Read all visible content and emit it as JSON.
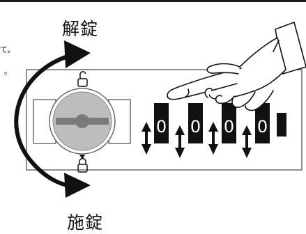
{
  "labels": {
    "unlock": "解錠",
    "lock": "施錠"
  },
  "text_fragments": {
    "line1": "て。",
    "line2": "。"
  },
  "dial": {
    "digits": [
      "0",
      "0",
      "0",
      "0"
    ]
  },
  "colors": {
    "ink": "#111111",
    "panel_stroke": "#555555",
    "knob_fill": "#bdbdbd",
    "knob_bar": "#7a7a7a"
  },
  "icons": [
    "rotate-arrow-icon",
    "unlock-padlock-icon",
    "lock-padlock-icon",
    "pointing-hand-icon",
    "up-down-arrow-icon"
  ]
}
